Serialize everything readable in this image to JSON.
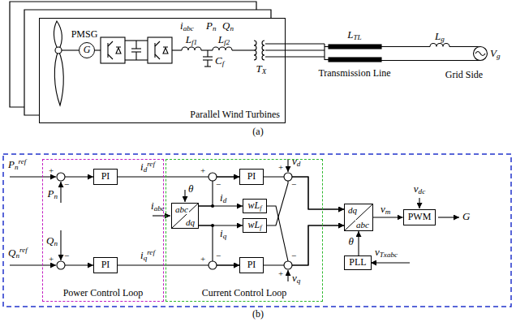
{
  "diagram": {
    "nodes": [
      {
        "text": [
          "Parallel Wind Turbines"
        ]
      },
      {
        "text": [
          "G"
        ],
        "in": 0
      },
      {
        "text": [
          "Power Control Loop"
        ]
      },
      {
        "text": [
          "PI"
        ],
        "in": 2
      },
      {
        "text": [
          "PI"
        ],
        "in": 2
      },
      {
        "text": [
          "Current Control Loop"
        ]
      },
      {
        "text": [
          "abc",
          "dq"
        ],
        "in": 5
      },
      {
        "text": [
          "PI"
        ],
        "in": 5
      },
      {
        "text": [
          "wLf"
        ],
        "in": 5
      },
      {
        "text": [
          "wLf"
        ],
        "in": 5
      },
      {
        "text": [
          "PI"
        ],
        "in": 5
      },
      {
        "text": [
          "dq",
          "abc"
        ]
      },
      {
        "text": [
          "PWM"
        ]
      },
      {
        "text": [
          "PLL"
        ]
      }
    ],
    "edges": [
      {
        "from": 3,
        "to": 7,
        "arrow": "to",
        "label": "idref"
      },
      {
        "from": 4,
        "to": 10,
        "arrow": "to",
        "label": "iqref"
      },
      {
        "from": 6,
        "to": 7,
        "arrow": "to"
      },
      {
        "from": 6,
        "to": 8,
        "arrow": "to",
        "label": "id"
      },
      {
        "from": 6,
        "to": 10,
        "arrow": "to"
      },
      {
        "from": 6,
        "to": 9,
        "arrow": "to",
        "label": "iq"
      },
      {
        "from": 7,
        "to": 11,
        "arrow": "to"
      },
      {
        "from": 10,
        "to": 11,
        "arrow": "to"
      },
      {
        "from": 8,
        "to": 11,
        "arrow": "to"
      },
      {
        "from": 9,
        "to": 11,
        "arrow": "to"
      },
      {
        "from": 11,
        "to": 12,
        "arrow": "to",
        "label": "vm"
      },
      {
        "from": 13,
        "to": 11,
        "arrow": "to",
        "label": "θ"
      }
    ],
    "labels": [
      "PMSG",
      "iabc",
      "Pn",
      "Qn",
      "Lf1",
      "Cf",
      "Lf2",
      "TX",
      "Transmission Line",
      "LTL",
      "Lg",
      "Vg",
      "Grid Side",
      "(a)",
      "Pnref",
      "Pn",
      "Qn",
      "Qnref",
      "iabc",
      "θ",
      "vd",
      "vq",
      "vdc",
      "G",
      "vTxabc",
      "(b)",
      "+",
      "−",
      "−",
      "+",
      "+",
      "−",
      "+",
      "−",
      "+",
      "−",
      "−",
      "+"
    ]
  }
}
